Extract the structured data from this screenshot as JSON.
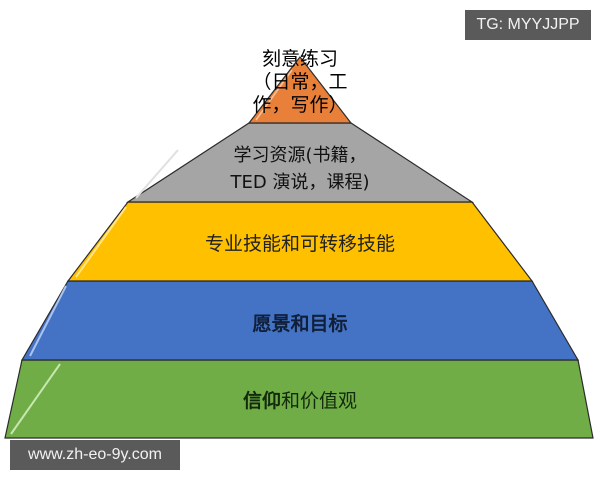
{
  "diagram": {
    "type": "pyramid",
    "layers": [
      {
        "level": 1,
        "position": "top",
        "color": "#E8803A",
        "lines": [
          "刻意练习",
          "（日常，工",
          "作，写作）"
        ]
      },
      {
        "level": 2,
        "color": "#A5A5A5",
        "lines": [
          "学习资源(书籍，",
          "TED 演说，课程)"
        ]
      },
      {
        "level": 3,
        "color": "#FFC000",
        "text": "专业技能和可转移技能"
      },
      {
        "level": 4,
        "color": "#4472C4",
        "text": "愿景和目标"
      },
      {
        "level": 5,
        "position": "base",
        "color": "#70AD47",
        "text_bold": "信仰",
        "text_rest": "和价值观"
      }
    ]
  },
  "watermarks": {
    "top_right": "TG: MYYJJPP",
    "bottom_left": "www.zh-eo-9y.com"
  }
}
